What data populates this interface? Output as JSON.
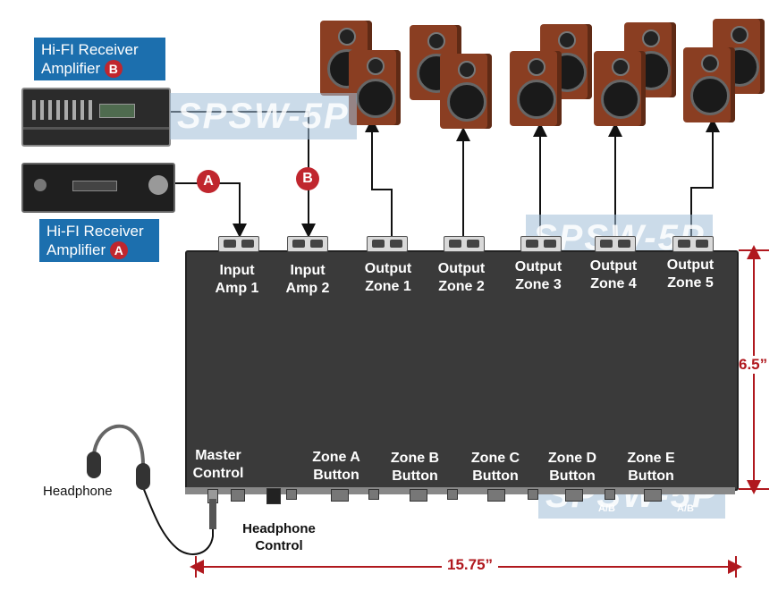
{
  "watermark": "SPSW-5P",
  "receiver_b": {
    "label": "Hi-FI Receiver Amplifier",
    "badge": "B"
  },
  "receiver_a": {
    "label": "Hi-FI Receiver Amplifier",
    "badge": "A"
  },
  "cable_badges": {
    "a": "A",
    "b": "B"
  },
  "inputs": [
    {
      "line1": "Input",
      "line2": "Amp 1"
    },
    {
      "line1": "Input",
      "line2": "Amp 2"
    }
  ],
  "outputs": [
    {
      "line1": "Output",
      "line2": "Zone 1"
    },
    {
      "line1": "Output",
      "line2": "Zone 2"
    },
    {
      "line1": "Output",
      "line2": "Zone 3"
    },
    {
      "line1": "Output",
      "line2": "Zone 4"
    },
    {
      "line1": "Output",
      "line2": "Zone 5"
    }
  ],
  "front": {
    "master": {
      "line1": "Master",
      "line2": "Control"
    },
    "zones": [
      {
        "line1": "Zone A",
        "line2": "Button"
      },
      {
        "line1": "Zone B",
        "line2": "Button"
      },
      {
        "line1": "Zone C",
        "line2": "Button"
      },
      {
        "line1": "Zone D",
        "line2": "Button"
      },
      {
        "line1": "Zone E",
        "line2": "Button"
      }
    ],
    "ab_label": "A/B"
  },
  "headphone": "Headphone",
  "headphone_control": {
    "line1": "Headphone",
    "line2": "Control"
  },
  "dimensions": {
    "height": "6.5”",
    "width": "15.75”"
  },
  "colors": {
    "panel": "#3a3a3a",
    "label_bg": "#1c6fae",
    "badge": "#c0262e",
    "dimension": "#b0181e"
  }
}
